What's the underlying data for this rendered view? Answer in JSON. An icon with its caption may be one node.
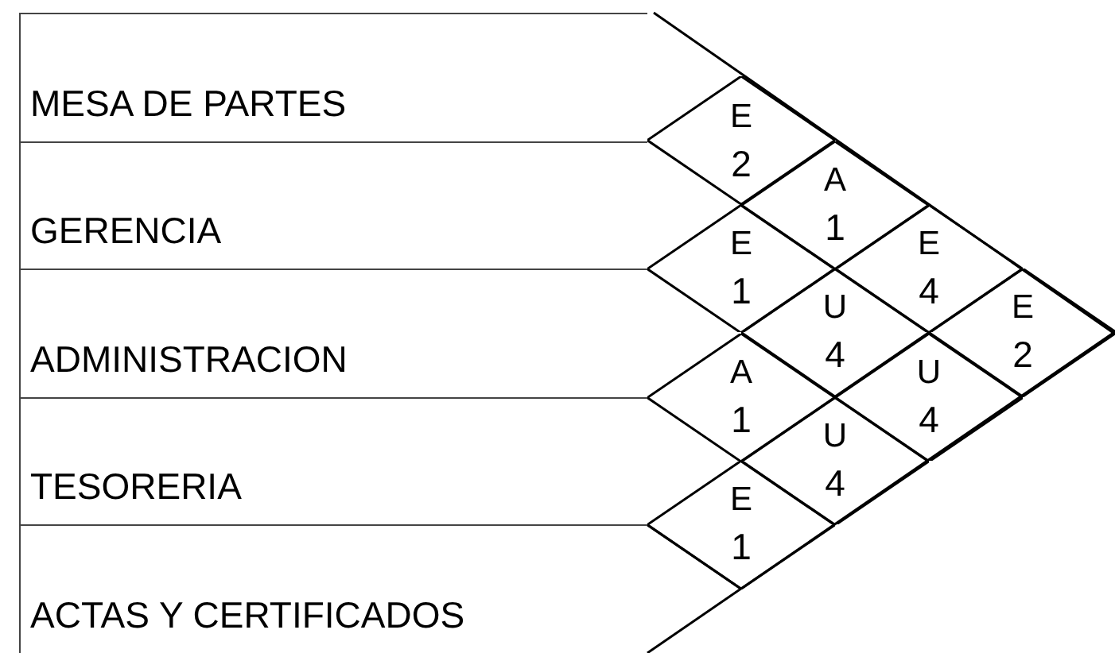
{
  "diagram": {
    "nodes": [
      {
        "text": [
          "MESA DE PARTES"
        ]
      },
      {
        "text": [
          "GERENCIA"
        ]
      },
      {
        "text": [
          "ADMINISTRACION"
        ]
      },
      {
        "text": [
          "TESORERIA"
        ]
      },
      {
        "text": [
          "ACTAS Y CERTIFICADOS"
        ]
      },
      {
        "text": [
          "E",
          "2"
        ]
      },
      {
        "text": [
          "A",
          "1"
        ]
      },
      {
        "text": [
          "E",
          "1"
        ]
      },
      {
        "text": [
          "E",
          "4"
        ]
      },
      {
        "text": [
          "U",
          "4"
        ]
      },
      {
        "text": [
          "E",
          "2"
        ]
      },
      {
        "text": [
          "A",
          "1"
        ]
      },
      {
        "text": [
          "U",
          "4"
        ]
      },
      {
        "text": [
          "U",
          "4"
        ]
      },
      {
        "text": [
          "E",
          "1"
        ]
      }
    ]
  }
}
